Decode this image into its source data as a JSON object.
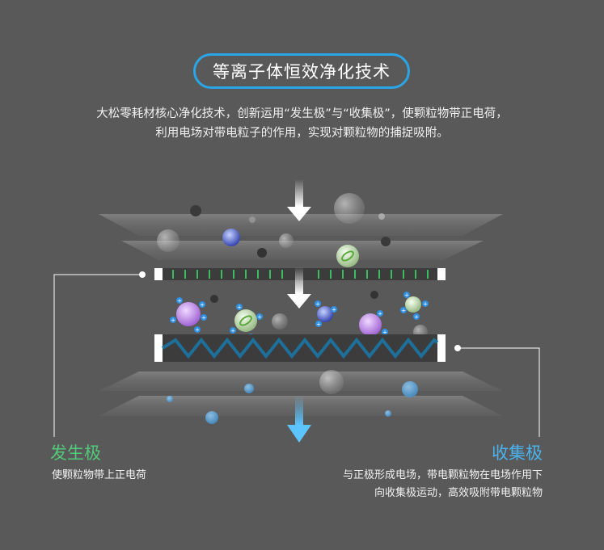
{
  "title": "等离子体恒效净化技术",
  "intro": {
    "line1": "大松零耗材核心净化技术，创新运用“发生极”与“收集极”，使颗粒物带正电荷，",
    "line2": "利用电场对带电粒子的作用，实现对颗粒物的捕捉吸附。"
  },
  "generator": {
    "title": "发生极",
    "desc": "使颗粒物带上正电荷"
  },
  "collector": {
    "title": "收集极",
    "desc_line1": "与正极形成电场，带电颗粒物在电场作用下",
    "desc_line2": "向收集极运动，高效吸附带电颗粒物"
  },
  "colors": {
    "background": "#595959",
    "accent_blue": "#2aa6e8",
    "generator_green": "#53c97a",
    "collector_blue": "#4ab3ee",
    "zigzag": "#1e6f99"
  },
  "icons": {
    "arrow_in": "down-arrow-icon",
    "arrow_mid": "down-arrow-icon",
    "arrow_out": "down-arrow-icon",
    "particle": "bacteria-particle-icon",
    "charge": "plus-charge-icon"
  }
}
